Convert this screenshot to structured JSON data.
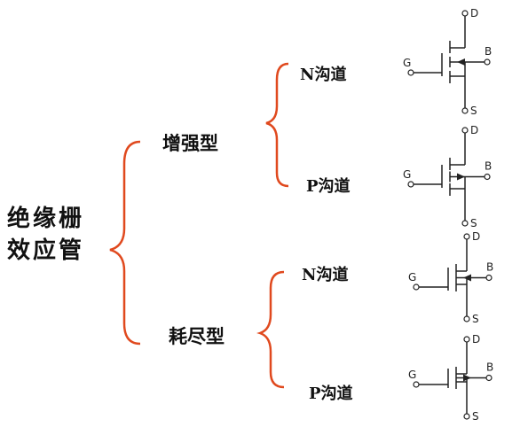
{
  "root": {
    "line1": "绝缘栅",
    "line2": "效应管"
  },
  "types": [
    {
      "label": "增强型",
      "channels": [
        {
          "label": "N沟道",
          "pins": {
            "d": "D",
            "s": "S",
            "g": "G",
            "b": "B"
          }
        },
        {
          "label": "P沟道",
          "pins": {
            "d": "D",
            "s": "S",
            "g": "G",
            "b": "B"
          }
        }
      ]
    },
    {
      "label": "耗尽型",
      "channels": [
        {
          "label": "N沟道",
          "pins": {
            "d": "D",
            "s": "S",
            "g": "G",
            "b": "B"
          }
        },
        {
          "label": "P沟道",
          "pins": {
            "d": "D",
            "s": "S",
            "g": "G",
            "b": "B"
          }
        }
      ]
    }
  ],
  "colors": {
    "brace": "#e0491e",
    "line": "#222222"
  }
}
